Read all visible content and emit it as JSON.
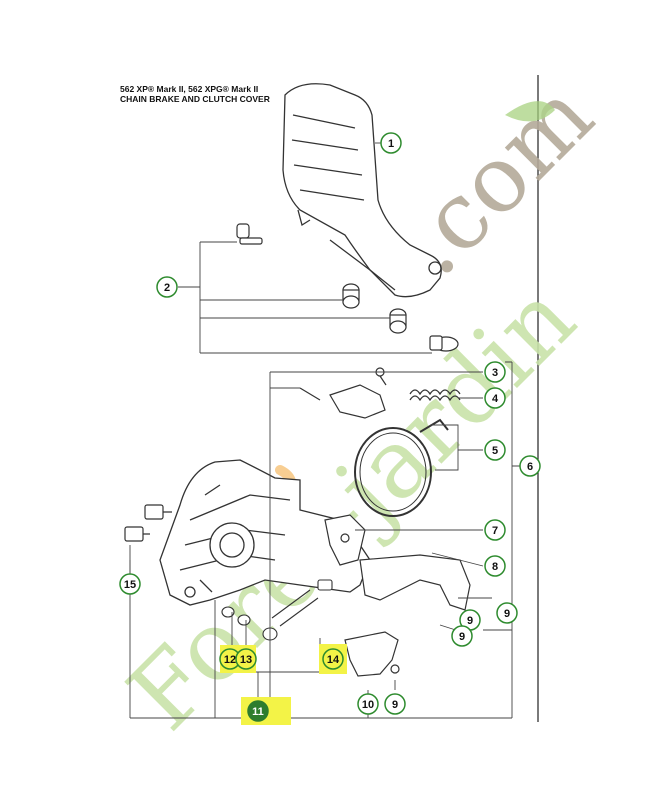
{
  "header": {
    "model_line": "562 XP® Mark II, 562 XPG® Mark II",
    "section_title": "CHAIN BRAKE AND CLUTCH COVER"
  },
  "callouts": [
    {
      "id": "c1",
      "label": "1"
    },
    {
      "id": "c2",
      "label": "2"
    },
    {
      "id": "c3",
      "label": "3"
    },
    {
      "id": "c4",
      "label": "4"
    },
    {
      "id": "c5",
      "label": "5"
    },
    {
      "id": "c6",
      "label": "6"
    },
    {
      "id": "c7",
      "label": "7"
    },
    {
      "id": "c8",
      "label": "8"
    },
    {
      "id": "c9a",
      "label": "9"
    },
    {
      "id": "c9b",
      "label": "9"
    },
    {
      "id": "c9c",
      "label": "9"
    },
    {
      "id": "c9d",
      "label": "9"
    },
    {
      "id": "c10",
      "label": "10"
    },
    {
      "id": "c11",
      "label": "11",
      "highlight": true
    },
    {
      "id": "c12",
      "label": "12",
      "highlight": true
    },
    {
      "id": "c13",
      "label": "13",
      "highlight": true
    },
    {
      "id": "c14",
      "label": "14",
      "highlight": true
    },
    {
      "id": "c15",
      "label": "15"
    }
  ],
  "watermark": {
    "brand_line": "Forêt-jardin",
    "domain_line": ".com"
  },
  "colors": {
    "callout_ring": "#2e8b2e",
    "highlight": "#f4f442",
    "callout_11_fill": "#2e7d2e",
    "watermark_green": "#b5d98a",
    "watermark_orange": "#f0a24a",
    "watermark_taupe": "#a89a86",
    "line": "#333333"
  }
}
